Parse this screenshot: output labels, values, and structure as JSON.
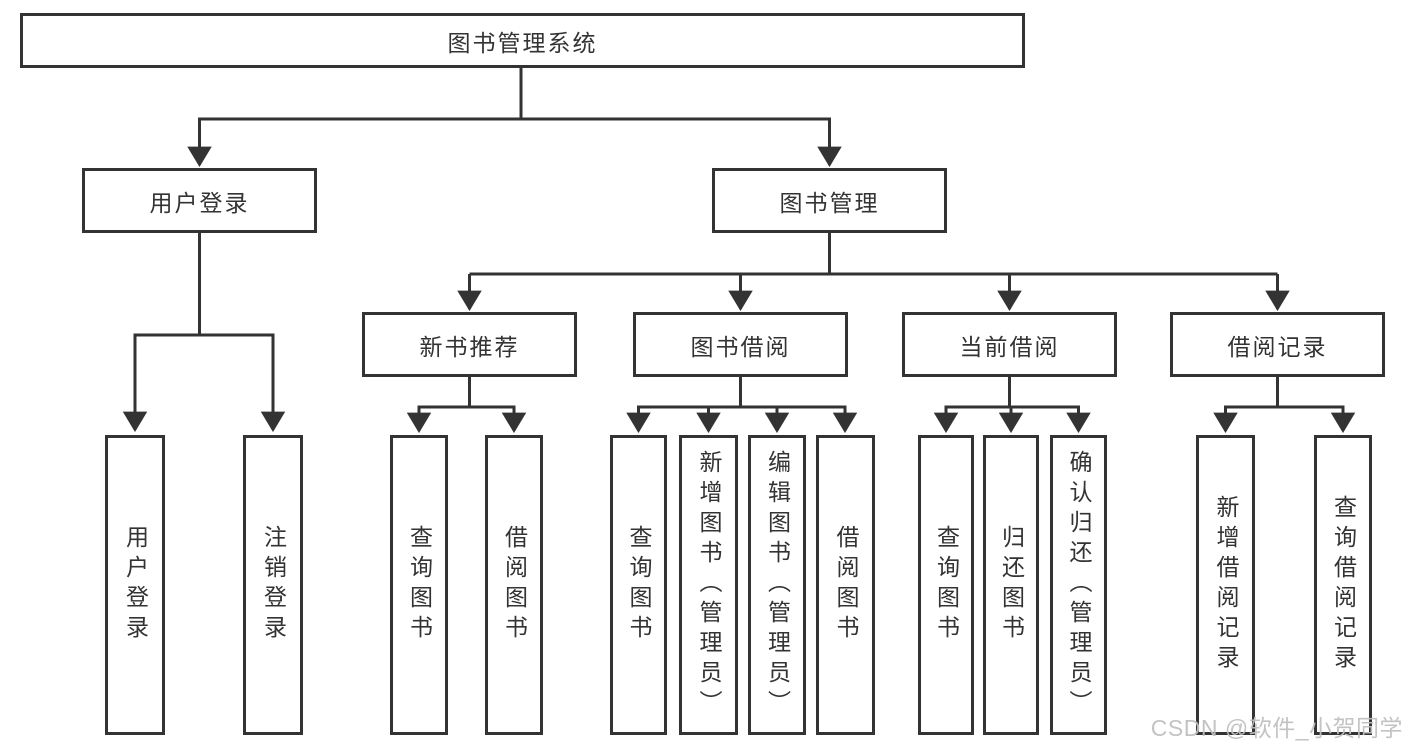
{
  "diagram": {
    "root": {
      "label": "图书管理系统"
    },
    "level2": {
      "user_login": {
        "label": "用户登录"
      },
      "book_management": {
        "label": "图书管理"
      }
    },
    "level3": {
      "new_book_recommend": {
        "label": "新书推荐"
      },
      "book_borrow": {
        "label": "图书借阅"
      },
      "current_borrow": {
        "label": "当前借阅"
      },
      "borrow_record": {
        "label": "借阅记录"
      }
    },
    "leaves": {
      "user_login": [
        {
          "label": "用户登录"
        },
        {
          "label": "注销登录"
        }
      ],
      "new_book_recommend": [
        {
          "label": "查询图书"
        },
        {
          "label": "借阅图书"
        }
      ],
      "book_borrow": [
        {
          "label": "查询图书"
        },
        {
          "label": "新增图书（管理员）"
        },
        {
          "label": "编辑图书（管理员）"
        },
        {
          "label": "借阅图书"
        }
      ],
      "current_borrow": [
        {
          "label": "查询图书"
        },
        {
          "label": "归还图书"
        },
        {
          "label": "确认归还（管理员）"
        }
      ],
      "borrow_record": [
        {
          "label": "新增借阅记录"
        },
        {
          "label": "查询借阅记录"
        }
      ]
    },
    "watermark": "CSDN @软件_小贺同学",
    "colors": {
      "line": "#333333",
      "text": "#333333",
      "background": "#ffffff",
      "watermark": "#c0c0c0"
    }
  }
}
